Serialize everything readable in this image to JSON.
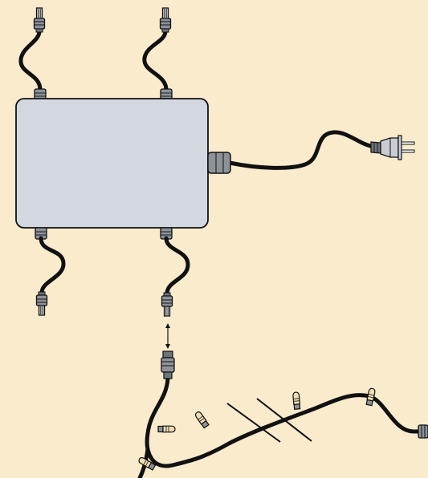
{
  "diagram": {
    "background": "#fbebcd",
    "box_fill": "#d3d7df",
    "cable_color": "#111111",
    "connector_fill": "#8d9299",
    "plug_fill": "#c9cdd3",
    "bulb_fill": "#f1ddb3",
    "components": [
      {
        "name": "power-adapter-box",
        "icon": "transformer-box"
      },
      {
        "name": "mains-power-plug",
        "icon": "plug-icon"
      },
      {
        "name": "output-lead-top-left",
        "icon": "connector-icon"
      },
      {
        "name": "output-lead-top-right",
        "icon": "connector-icon"
      },
      {
        "name": "output-lead-bottom-left",
        "icon": "connector-icon"
      },
      {
        "name": "output-lead-bottom-right",
        "icon": "connector-icon"
      },
      {
        "name": "connect-arrow",
        "icon": "double-arrow-icon"
      },
      {
        "name": "light-string",
        "icon": "string-lights-icon"
      }
    ]
  }
}
